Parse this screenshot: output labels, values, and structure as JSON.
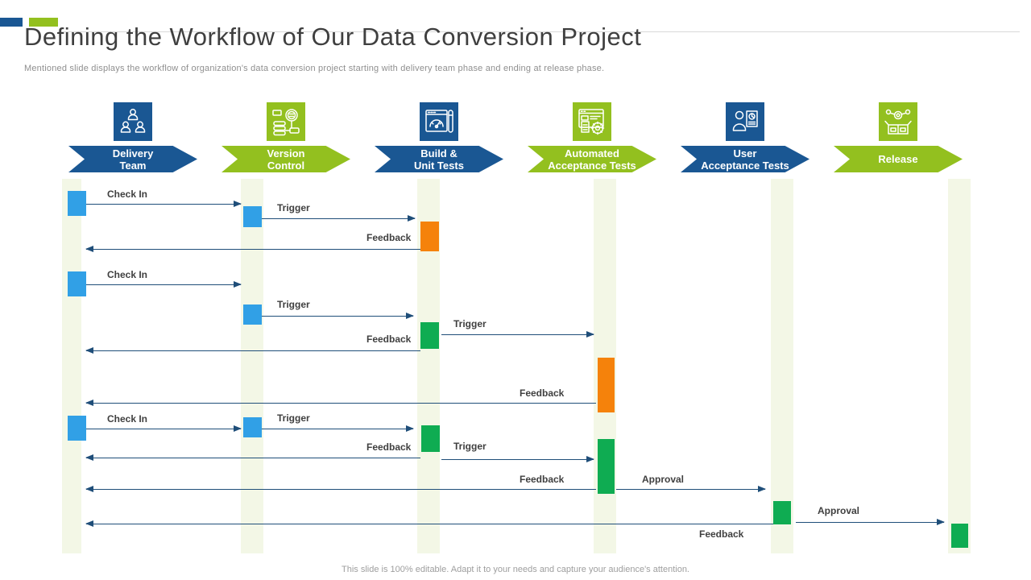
{
  "slide": {
    "title": "Defining the Workflow of Our Data Conversion Project",
    "subtitle": "Mentioned slide displays the workflow of organization's data conversion project starting with delivery team phase and ending at release phase.",
    "footer": "This slide is 100% editable. Adapt it to your needs and capture your audience's attention."
  },
  "colors": {
    "phase_blue": "#1a5793",
    "phase_green": "#93c01f",
    "activation_blue": "#31a0e6",
    "activation_orange": "#f5820b",
    "activation_green": "#0fac52",
    "lifeline": "#f3f7e6",
    "arrow": "#1f4e79"
  },
  "phases": [
    {
      "label": "Delivery Team",
      "line1": "Delivery",
      "line2": "Team",
      "icon": "delivery-team-icon",
      "color": "#1a5793"
    },
    {
      "label": "Version Control",
      "line1": "Version",
      "line2": "Control",
      "icon": "version-control-icon",
      "color": "#93c01f"
    },
    {
      "label": "Build & Unit Tests",
      "line1": "Build &",
      "line2": "Unit Tests",
      "icon": "build-unit-tests-icon",
      "color": "#1a5793"
    },
    {
      "label": "Automated Acceptance Tests",
      "line1": "Automated",
      "line2": "Acceptance Tests",
      "icon": "automated-acceptance-tests-icon",
      "color": "#93c01f"
    },
    {
      "label": "User Acceptance Tests",
      "line1": "User",
      "line2": "Acceptance Tests",
      "icon": "user-acceptance-tests-icon",
      "color": "#1a5793"
    },
    {
      "label": "Release",
      "line1": "Release",
      "line2": "",
      "icon": "release-icon",
      "color": "#93c01f"
    }
  ],
  "messages": [
    {
      "label": "Check In",
      "from": "Delivery Team",
      "to": "Version Control"
    },
    {
      "label": "Trigger",
      "from": "Version Control",
      "to": "Build & Unit Tests"
    },
    {
      "label": "Feedback",
      "from": "Build & Unit Tests",
      "to": "Delivery Team"
    },
    {
      "label": "Check In",
      "from": "Delivery Team",
      "to": "Version Control"
    },
    {
      "label": "Trigger",
      "from": "Version Control",
      "to": "Build & Unit Tests"
    },
    {
      "label": "Trigger",
      "from": "Build & Unit Tests",
      "to": "Automated Acceptance Tests"
    },
    {
      "label": "Feedback",
      "from": "Build & Unit Tests",
      "to": "Delivery Team"
    },
    {
      "label": "Feedback",
      "from": "Automated Acceptance Tests",
      "to": "Delivery Team"
    },
    {
      "label": "Check In",
      "from": "Delivery Team",
      "to": "Version Control"
    },
    {
      "label": "Trigger",
      "from": "Version Control",
      "to": "Build & Unit Tests"
    },
    {
      "label": "Feedback",
      "from": "Build & Unit Tests",
      "to": "Delivery Team"
    },
    {
      "label": "Trigger",
      "from": "Build & Unit Tests",
      "to": "Automated Acceptance Tests"
    },
    {
      "label": "Feedback",
      "from": "Automated Acceptance Tests",
      "to": "Delivery Team"
    },
    {
      "label": "Approval",
      "from": "Automated Acceptance Tests",
      "to": "User Acceptance Tests"
    },
    {
      "label": "Feedback",
      "from": "User Acceptance Tests",
      "to": "Delivery Team"
    },
    {
      "label": "Approval",
      "from": "User Acceptance Tests",
      "to": "Release"
    }
  ]
}
